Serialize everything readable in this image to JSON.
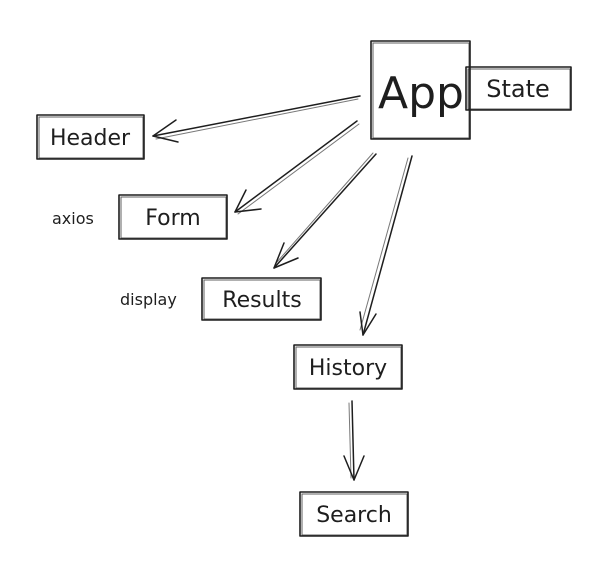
{
  "nodes": {
    "app": "App",
    "state": "State",
    "header": "Header",
    "form": "Form",
    "results": "Results",
    "history": "History",
    "search": "Search"
  },
  "notes": {
    "axios": "axios",
    "display": "display"
  },
  "edges": [
    {
      "from": "App",
      "to": "Header"
    },
    {
      "from": "App",
      "to": "Form"
    },
    {
      "from": "App",
      "to": "Results"
    },
    {
      "from": "App",
      "to": "History"
    },
    {
      "from": "History",
      "to": "Search"
    }
  ]
}
